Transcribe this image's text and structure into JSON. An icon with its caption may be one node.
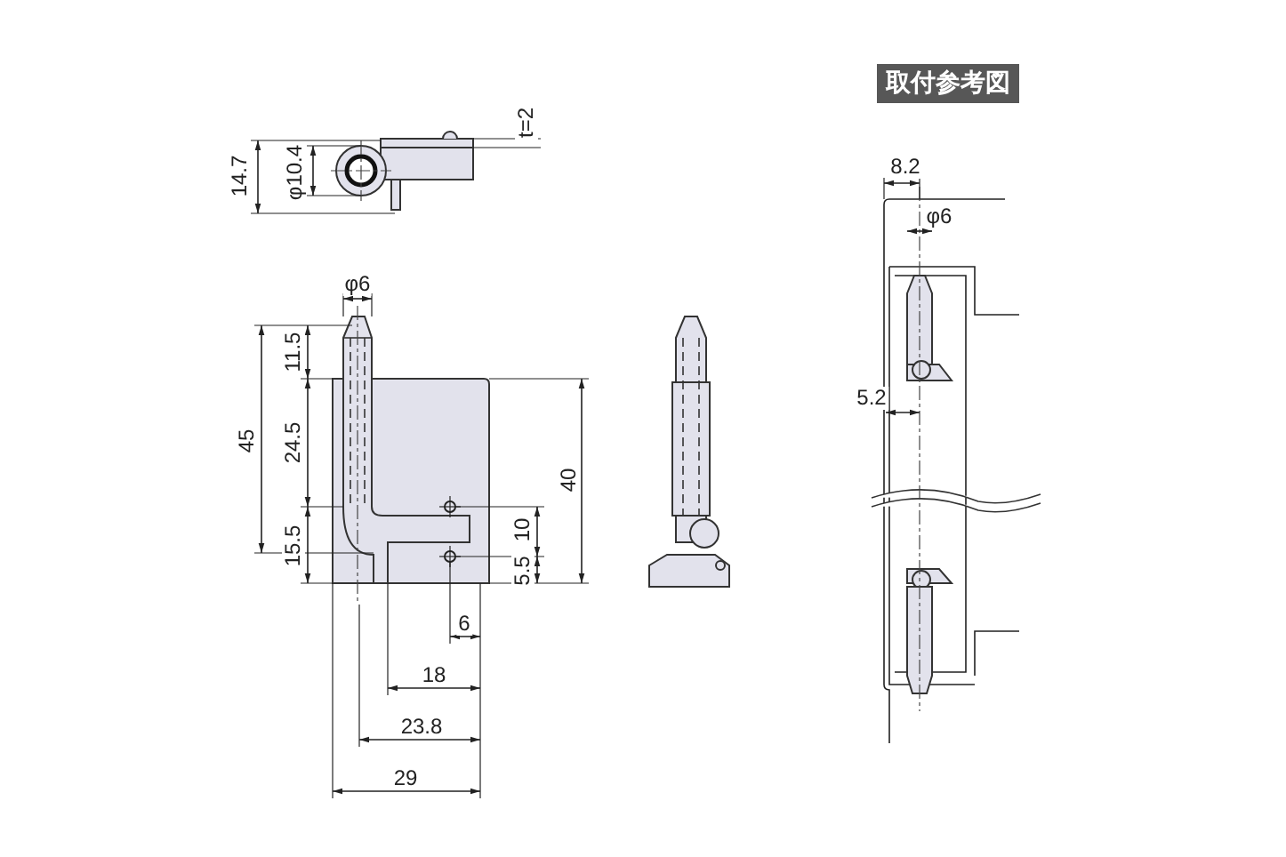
{
  "diagram": {
    "title": "取付参考図",
    "labels": [
      "t=2",
      "14.7",
      "φ10.4",
      "φ6",
      "11.5",
      "45",
      "24.5",
      "15.5",
      "40",
      "10",
      "5.5",
      "6",
      "18",
      "23.8",
      "29",
      "8.2",
      "φ6",
      "5.2"
    ]
  }
}
